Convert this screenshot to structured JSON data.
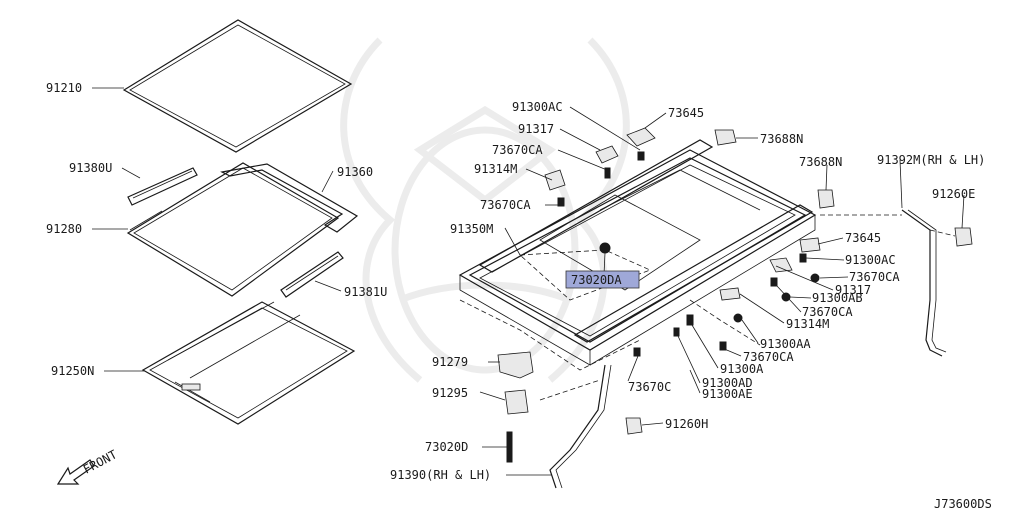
{
  "diagram": {
    "code": "J73600DS",
    "front_label": "FRONT",
    "highlighted_part": "73020DA",
    "labels": {
      "p91210": "91210",
      "p91380U": "91380U",
      "p91360": "91360",
      "p91280": "91280",
      "p91381U": "91381U",
      "p91250N": "91250N",
      "p91300AC_top": "91300AC",
      "p91317_top": "91317",
      "p73670CA_1": "73670CA",
      "p91314M_top": "91314M",
      "p73670CA_2": "73670CA",
      "p91350M": "91350M",
      "p73645_top": "73645",
      "p73688N_top": "73688N",
      "p73688N_mid": "73688N",
      "p91392M": "91392M(RH & LH)",
      "p91260E": "91260E",
      "p73645_right": "73645",
      "p91300AC_right": "91300AC",
      "p73670CA_3": "73670CA",
      "p91317_right": "91317",
      "p91300AB": "91300AB",
      "p73670CA_4": "73670CA",
      "p91314M_right": "91314M",
      "p91300AA": "91300AA",
      "p73670CA_5": "73670CA",
      "p91300A": "91300A",
      "p91300AD": "91300AD",
      "p91300AE": "91300AE",
      "p73670C": "73670C",
      "p91279": "91279",
      "p91295": "91295",
      "p73020D": "73020D",
      "p91260H": "91260H",
      "p91390": "91390(RH & LH)",
      "p73020DA": "73020DA"
    }
  }
}
